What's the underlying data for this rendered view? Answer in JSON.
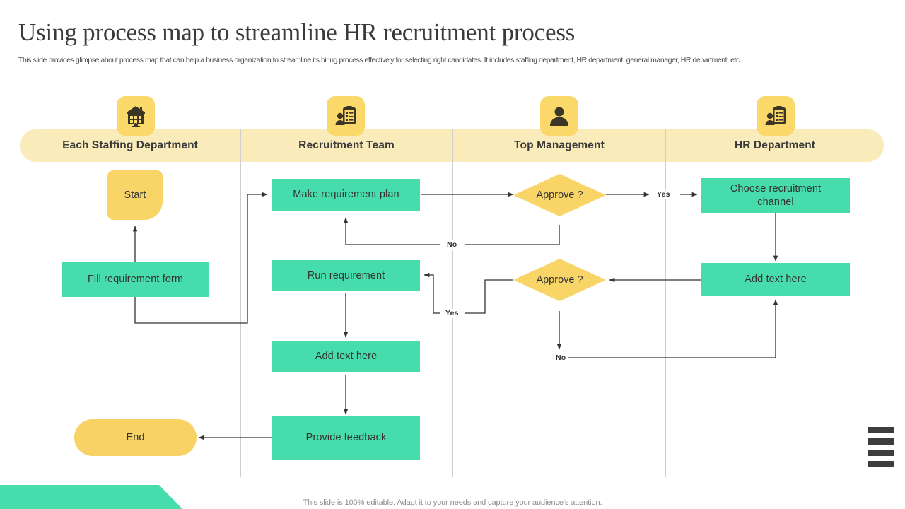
{
  "slide": {
    "title": "Using process map to streamline HR recruitment process",
    "subtitle": "This slide provides glimpse about process map that can help a business organization to streamline its hiring process effectively for selecting right candidates. It includes staffing department, HR department, general manager, HR department, etc.",
    "footer": "This slide is 100% editable. Adapt it to your needs and capture your audience's attention."
  },
  "colors": {
    "banner": "#FAEBBA",
    "icon_tile": "#FAD96A",
    "teal": "#46DCAC",
    "yellow": "#F8D566",
    "line": "#333333",
    "lane_divider": "#CFCFCF"
  },
  "lanes": [
    {
      "label": "Each Staffing Department",
      "icon": "building-icon"
    },
    {
      "label": "Recruitment Team",
      "icon": "clipboard-person-icon"
    },
    {
      "label": "Top Management",
      "icon": "user-icon"
    },
    {
      "label": "HR Department",
      "icon": "clipboard-person-icon"
    }
  ],
  "nodes": [
    {
      "id": "start",
      "label": "Start",
      "shape": "rounded",
      "lane": 0
    },
    {
      "id": "fill-form",
      "label": "Fill requirement form",
      "shape": "rect",
      "lane": 0
    },
    {
      "id": "end",
      "label": "End",
      "shape": "pill",
      "lane": 0
    },
    {
      "id": "make-plan",
      "label": "Make requirement plan",
      "shape": "rect",
      "lane": 1
    },
    {
      "id": "run-requirement",
      "label": "Run requirement",
      "shape": "rect",
      "lane": 1
    },
    {
      "id": "add-text-1",
      "label": "Add text here",
      "shape": "rect",
      "lane": 1
    },
    {
      "id": "provide-feedback",
      "label": "Provide feedback",
      "shape": "rect",
      "lane": 1
    },
    {
      "id": "approve-1",
      "label": "Approve ?",
      "shape": "diamond",
      "lane": 2
    },
    {
      "id": "approve-2",
      "label": "Approve ?",
      "shape": "diamond",
      "lane": 2
    },
    {
      "id": "choose-channel",
      "label": "Choose recruitment  channel",
      "shape": "rect",
      "lane": 3
    },
    {
      "id": "add-text-2",
      "label": "Add text here",
      "shape": "rect",
      "lane": 3
    }
  ],
  "edge_labels": {
    "yes_top": "Yes",
    "no_top": "No",
    "yes_mid": "Yes",
    "no_mid": "No"
  }
}
